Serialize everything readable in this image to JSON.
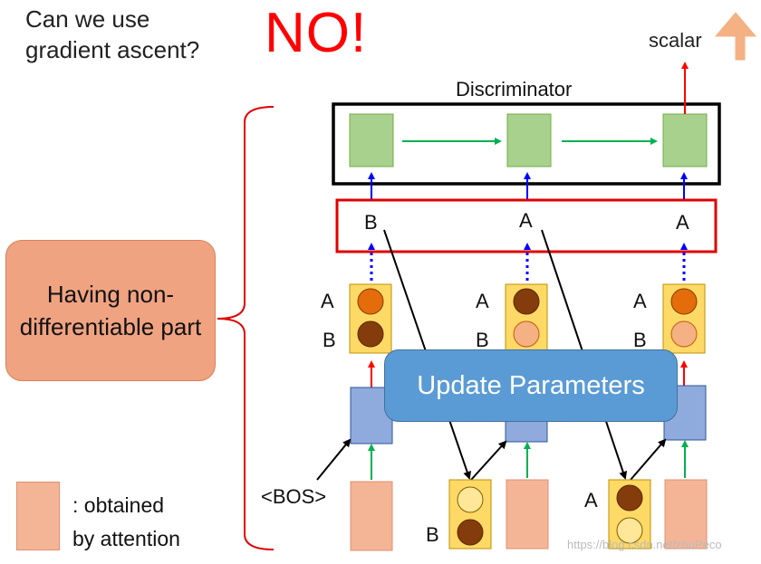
{
  "title": "Can we use\ngradient ascent?",
  "answer": "NO!",
  "output_label": "scalar",
  "discriminator_label": "Discriminator",
  "nondiff_label": "Having non-differentiable part",
  "update_label": "Update Parameters",
  "legend_text": ": obtained\nby attention",
  "bos_label": "<BOS>",
  "tokens": [
    "B",
    "A",
    "A"
  ],
  "dist_labels": {
    "a": "A",
    "b": "B"
  },
  "feedback_labels": {
    "col2": "B",
    "col3": "A"
  },
  "watermark": "https://blog.csdn.net/zhuPeco",
  "colors": {
    "red": "#ff0000",
    "green": "#00b050",
    "blue": "#0000ff",
    "orange_box": "#f4b596",
    "yellow_box": "#ffd966",
    "green_box": "#a9d18e",
    "blue_box": "#8faadc",
    "update": "#5b9bd5"
  }
}
